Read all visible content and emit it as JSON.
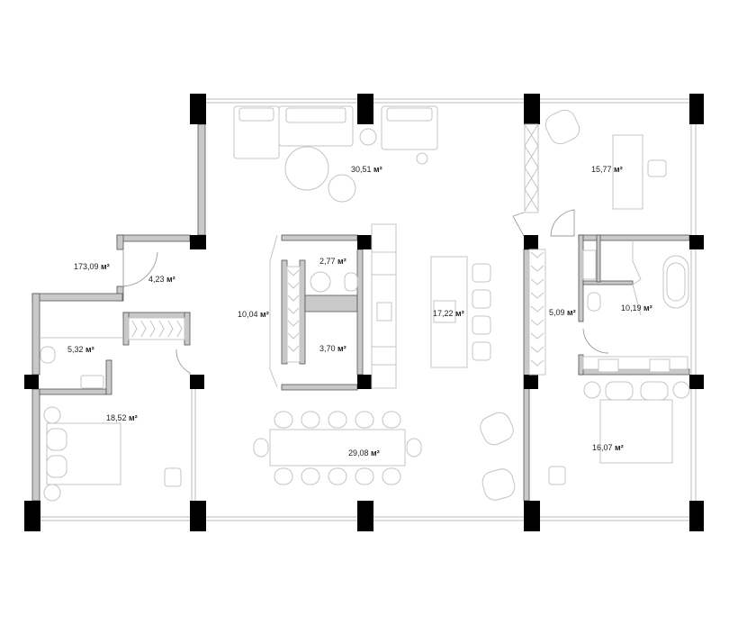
{
  "plan": {
    "total_area": {
      "value": "173,09",
      "unit": "м²"
    },
    "rooms": [
      {
        "id": "hall",
        "area": "4,23",
        "unit": "м²"
      },
      {
        "id": "bathroom-left",
        "area": "5,32",
        "unit": "м²"
      },
      {
        "id": "bedroom-left",
        "area": "18,52",
        "unit": "м²"
      },
      {
        "id": "living-room",
        "area": "30,51",
        "unit": "м²"
      },
      {
        "id": "corridor",
        "area": "10,04",
        "unit": "м²"
      },
      {
        "id": "wc",
        "area": "2,77",
        "unit": "м²"
      },
      {
        "id": "storage",
        "area": "3,70",
        "unit": "м²"
      },
      {
        "id": "kitchen",
        "area": "17,22",
        "unit": "м²"
      },
      {
        "id": "dining",
        "area": "29,08",
        "unit": "м²"
      },
      {
        "id": "study",
        "area": "15,77",
        "unit": "м²"
      },
      {
        "id": "wardrobe-corridor",
        "area": "5,09",
        "unit": "м²"
      },
      {
        "id": "master-bathroom",
        "area": "10,19",
        "unit": "м²"
      },
      {
        "id": "master-bedroom",
        "area": "16,07",
        "unit": "м²"
      }
    ]
  }
}
